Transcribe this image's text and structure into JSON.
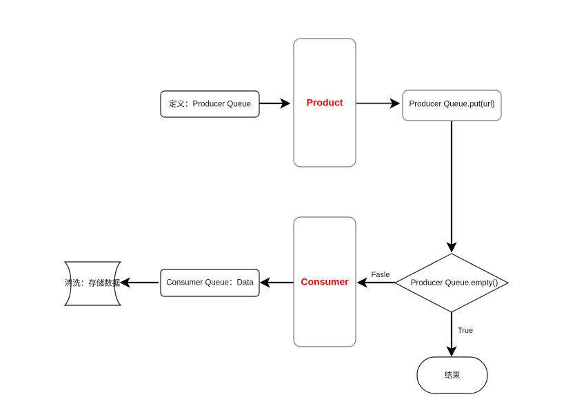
{
  "diagram": {
    "title": "Producer Consumer Queue Flowchart",
    "background_color": "#ffffff",
    "accent_color": "#ff0000",
    "node_border_dark": "#1a1a1a",
    "node_border_gray": "#8c8c8c",
    "edge_color": "#000000",
    "nodes": {
      "define_producer_queue": {
        "label": "定义：Producer Queue",
        "shape": "rounded-rect"
      },
      "product": {
        "label": "Product",
        "shape": "rounded-rect-tall",
        "text_color": "#ff0000"
      },
      "producer_put": {
        "label": "Producer Queue.put(url)",
        "shape": "rounded-rect"
      },
      "decision_empty": {
        "label": "Producer Queue.empty()",
        "shape": "diamond"
      },
      "consumer": {
        "label": "Consumer",
        "shape": "rounded-rect-tall",
        "text_color": "#ff0000"
      },
      "consumer_queue_data": {
        "label": "Consumer Queue：Data",
        "shape": "rounded-rect"
      },
      "storage": {
        "label": "清洗：存储数据",
        "shape": "cylinder"
      },
      "end_node": {
        "label": "结束",
        "shape": "stadium"
      }
    },
    "edge_labels": {
      "false_branch": "Fasle",
      "true_branch": "True"
    }
  }
}
